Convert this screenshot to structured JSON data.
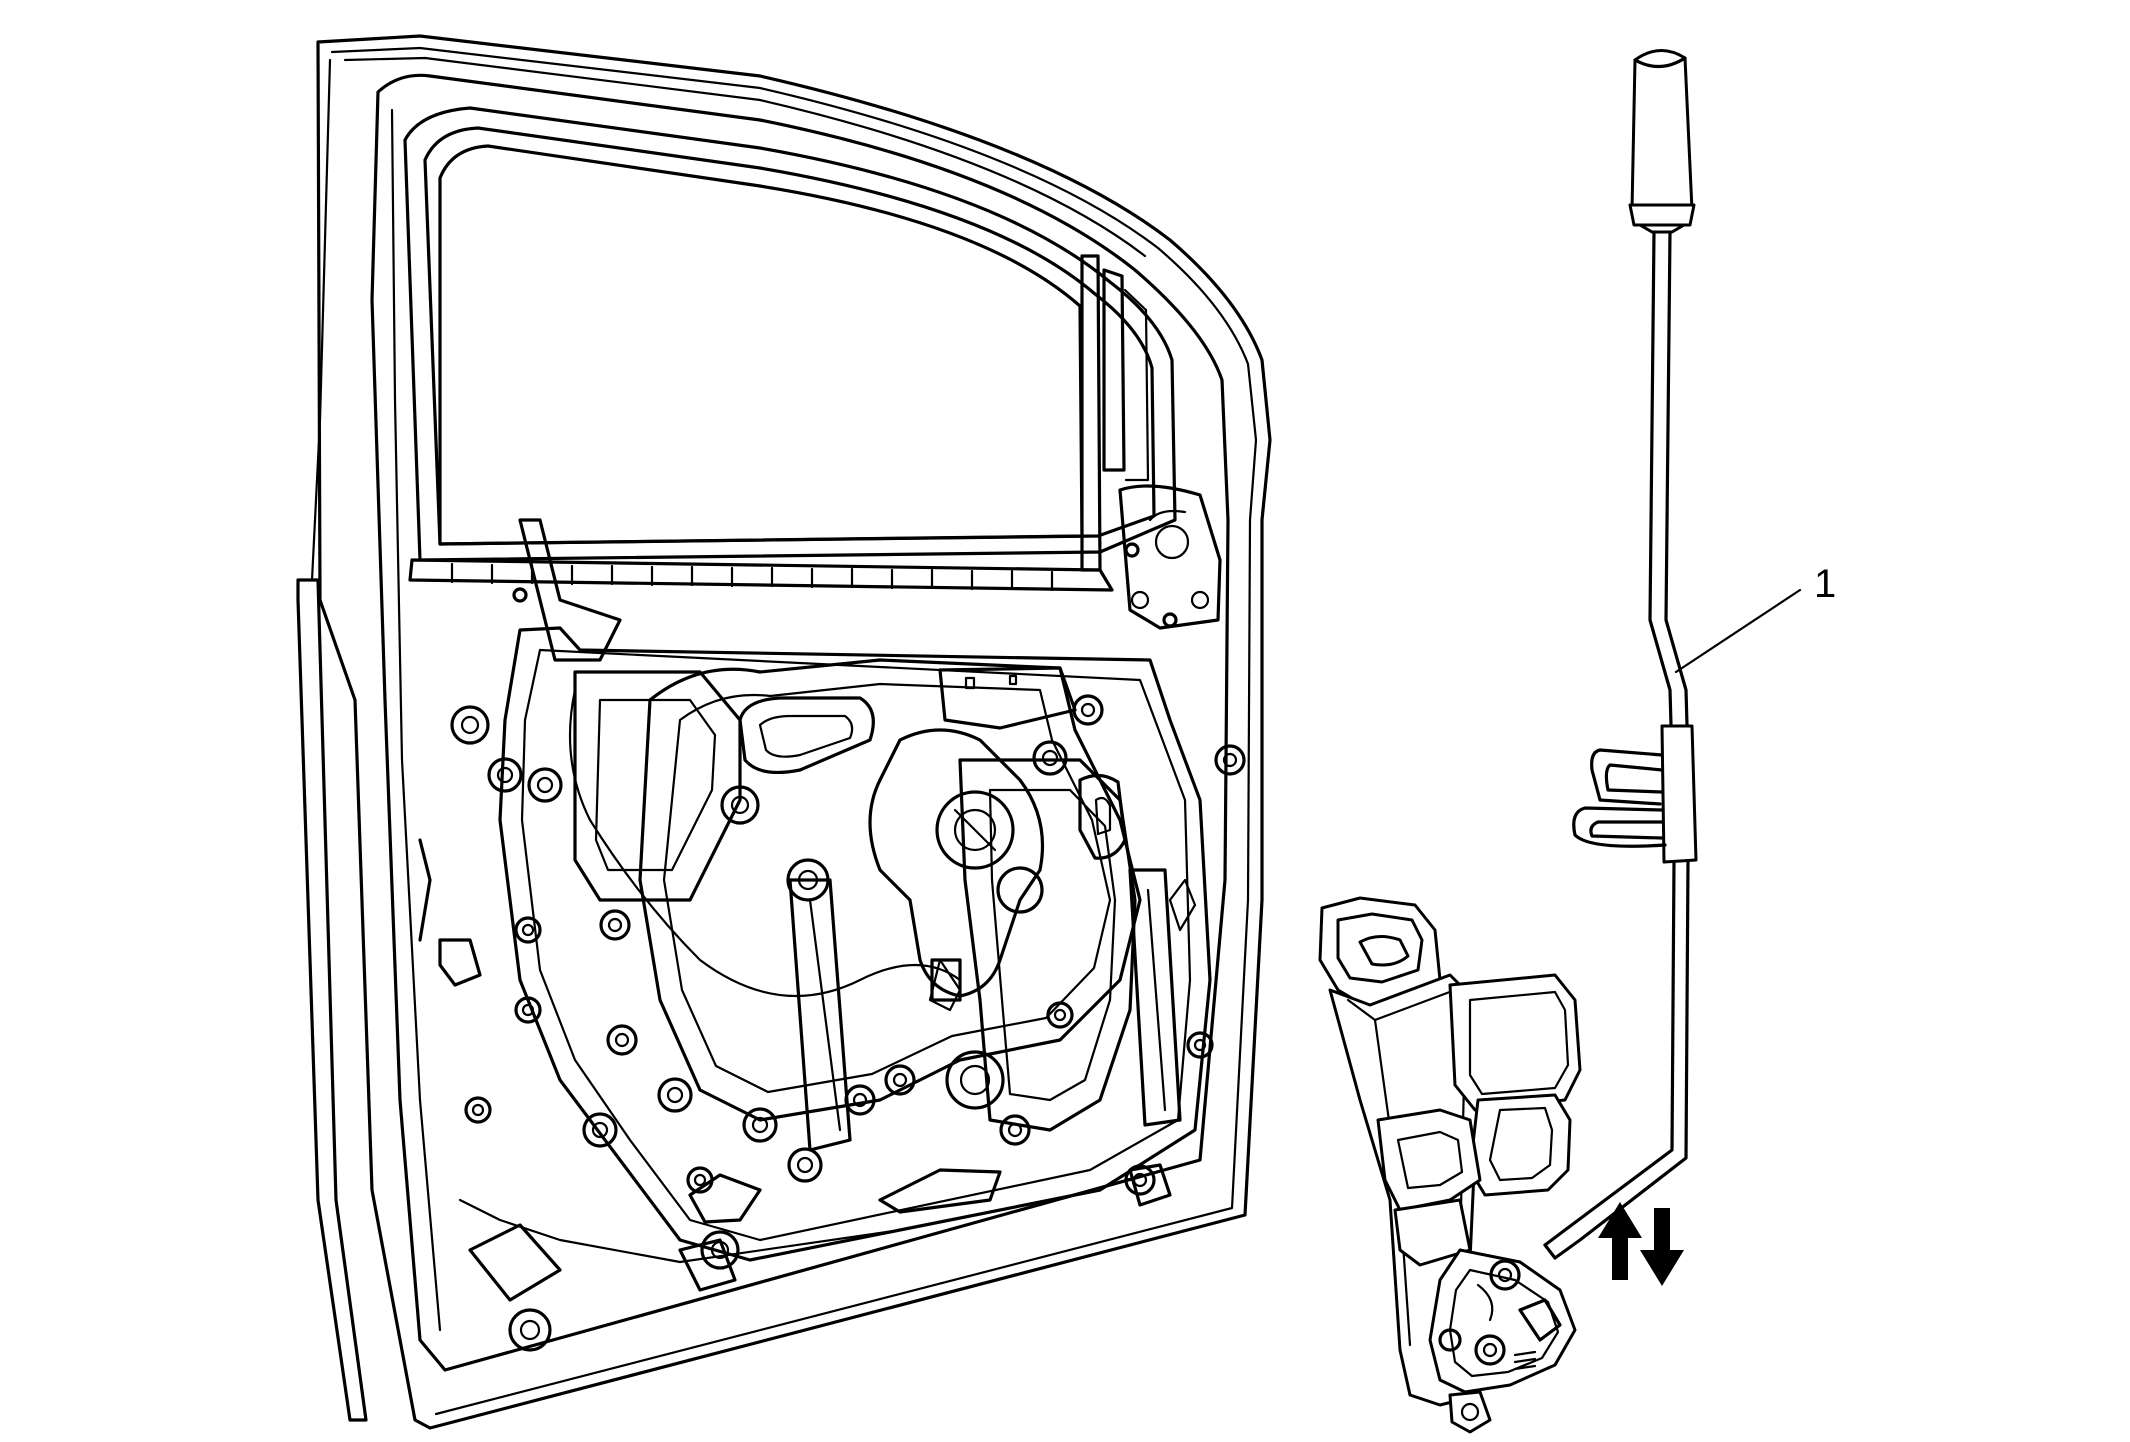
{
  "callouts": [
    {
      "label": "1"
    }
  ],
  "icons": [
    "car-door-panel",
    "door-latch-assembly",
    "lock-rod-tool",
    "up-down-arrows-icon"
  ],
  "colors": {
    "line": "#000000",
    "background": "#ffffff"
  }
}
